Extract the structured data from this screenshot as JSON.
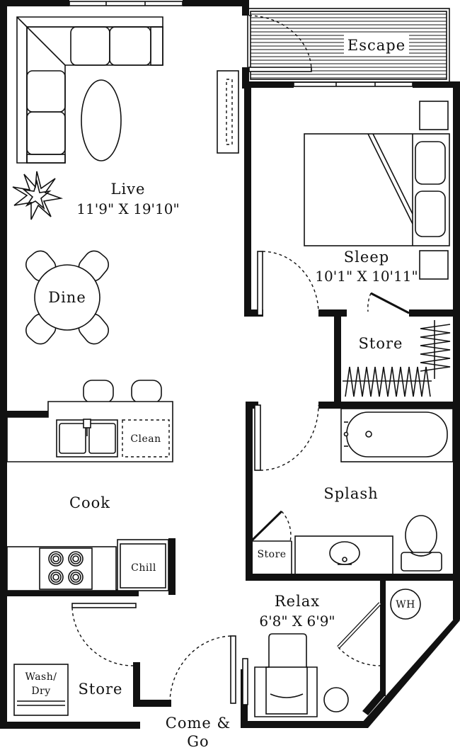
{
  "rooms": {
    "escape": {
      "name": "Escape"
    },
    "live": {
      "name": "Live",
      "dims": "11'9\" X 19'10\""
    },
    "dine": {
      "name": "Dine"
    },
    "sleep": {
      "name": "Sleep",
      "dims": "10'1\" X 10'11\""
    },
    "store_closet": {
      "name": "Store"
    },
    "clean": {
      "name": "Clean"
    },
    "cook": {
      "name": "Cook"
    },
    "splash": {
      "name": "Splash"
    },
    "store_bath": {
      "name": "Store"
    },
    "chill": {
      "name": "Chill"
    },
    "relax": {
      "name": "Relax",
      "dims": "6'8\" X 6'9\""
    },
    "wh": {
      "name": "WH"
    },
    "wash_dry": {
      "line1": "Wash/",
      "line2": "Dry"
    },
    "store_laundry": {
      "name": "Store"
    },
    "entry": {
      "line1": "Come &",
      "line2": "Go"
    }
  }
}
